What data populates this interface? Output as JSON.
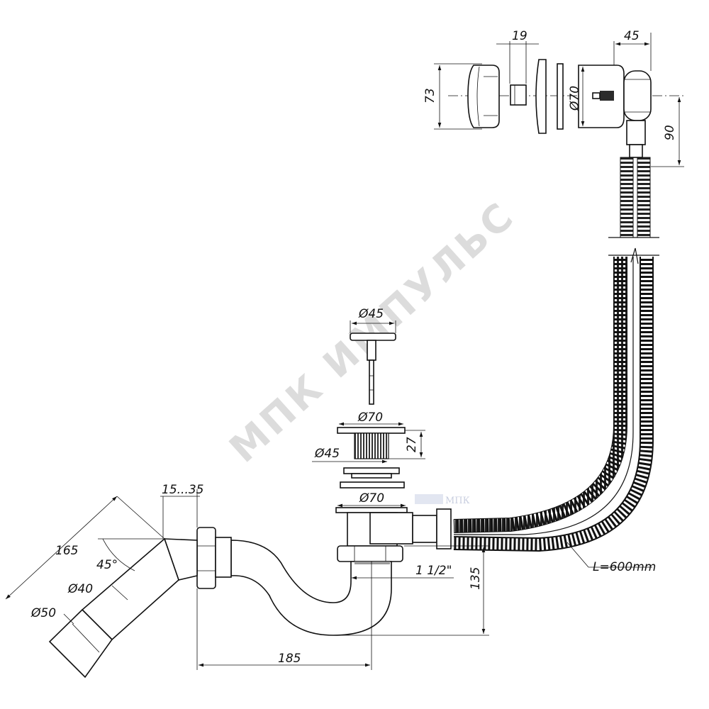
{
  "watermark": {
    "main": "МПК ИМПУЛЬС",
    "small": "МПК"
  },
  "dimensions": {
    "overflow_cap_height": "73",
    "nut_width": "19",
    "overflow_body_depth": "45",
    "overflow_flange_dia": "Ø70",
    "overflow_to_hose": "90",
    "plug_dia": "Ø45",
    "drain_flange_top_dia": "Ø70",
    "drain_thread_height": "27",
    "drain_thread_dia": "Ø45",
    "drain_flange_bottom_dia": "Ø70",
    "outlet_adjust_range": "15...35",
    "outlet_length": "165",
    "outlet_angle": "45°",
    "outlet_inner_dia": "Ø40",
    "outlet_outer_dia": "Ø50",
    "thread_size": "1 1/2\"",
    "trap_depth": "135",
    "trap_horizontal": "185",
    "hose_length": "L=600mm"
  },
  "colors": {
    "line": "#111111",
    "shade": "#9a9a9a",
    "watermark": "#dcdcdc"
  }
}
